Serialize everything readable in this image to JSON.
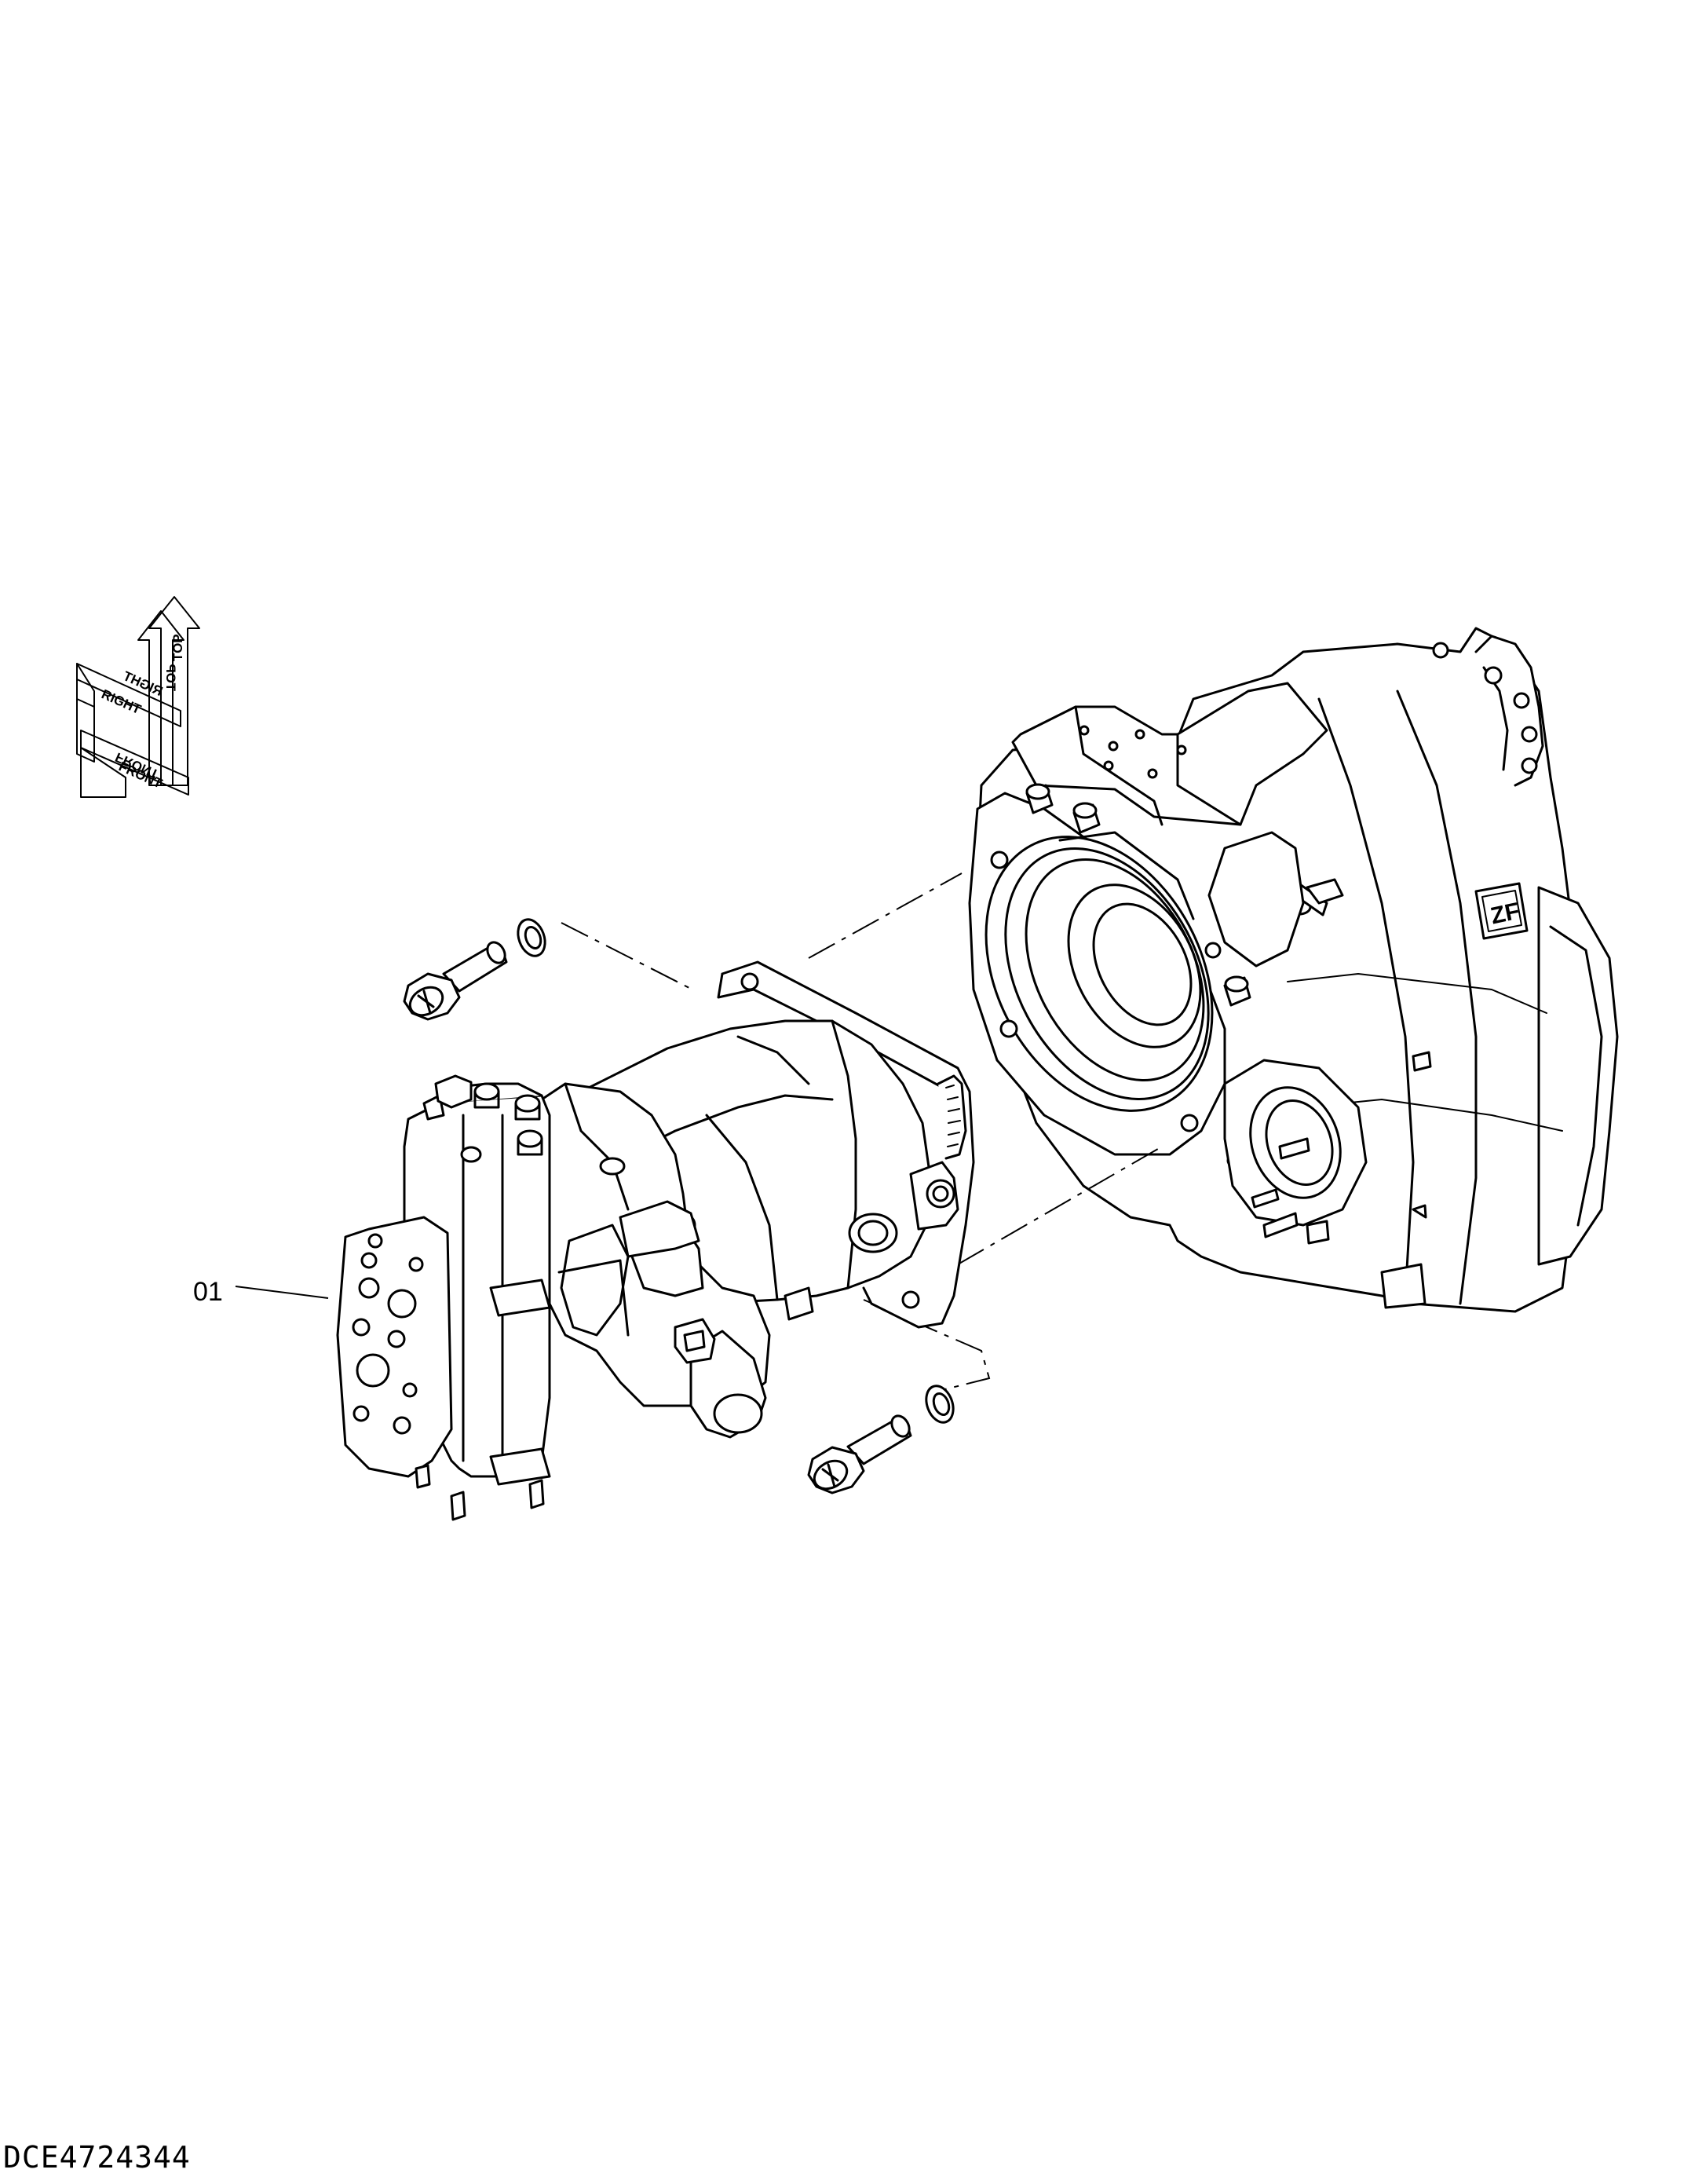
{
  "orientation_indicator": {
    "labels": [
      "TOP",
      "RIGHT",
      "FRONT"
    ],
    "mirrored_labels": [
      "TOP",
      "RIGHT",
      "FRONT"
    ]
  },
  "callouts": [
    {
      "id": "01",
      "label": "01"
    }
  ],
  "drawing_id": "DCE4724344"
}
